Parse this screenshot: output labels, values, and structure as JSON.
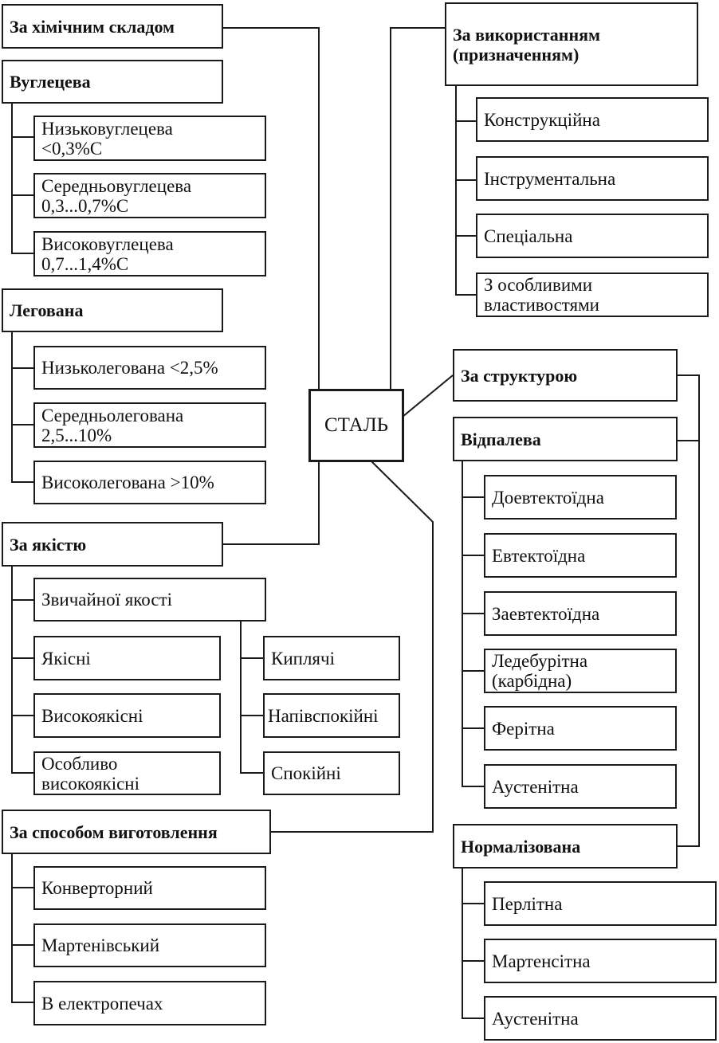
{
  "center": {
    "label": "СТАЛЬ"
  },
  "chemical": {
    "title": "За хімічним складом",
    "carbon": {
      "title": "Вуглецева",
      "items": [
        "Низьковуглецева\n<0,3%С",
        "Середньовуглецева\n0,3...0,7%С",
        "Високовуглецева\n0,7...1,4%С"
      ]
    },
    "alloy": {
      "title": "Легована",
      "items": [
        "Низьколегована <2,5%",
        "Середньолегована\n2,5...10%",
        "Високолегована >10%"
      ]
    }
  },
  "quality": {
    "title": "За якістю",
    "items": [
      "Звичайної якості",
      "Якісні",
      "Високоякісні",
      "Особливо\nвисокоякісні"
    ],
    "deox": [
      "Киплячі",
      "Напівспокійні",
      "Спокійні"
    ]
  },
  "manufacturing": {
    "title": "За способом виготовлення",
    "items": [
      "Конверторний",
      "Мартенівський",
      "В електропечах"
    ]
  },
  "usage": {
    "title": "За використанням\n(призначенням)",
    "items": [
      "Конструкційна",
      "Інструментальна",
      "Спеціальна",
      "З особливими\nвластивостями"
    ]
  },
  "structure": {
    "title": "За структурою",
    "annealed": {
      "title": "Відпалева",
      "items": [
        "Доевтектоїдна",
        "Евтектоїдна",
        "Заевтектоїдна",
        "Ледебурітна\n(карбідна)",
        "Ферітна",
        "Аустенітна"
      ]
    },
    "normalized": {
      "title": "Нормалізована",
      "items": [
        "Перлітна",
        "Мартенсітна",
        "Аустенітна"
      ]
    }
  }
}
